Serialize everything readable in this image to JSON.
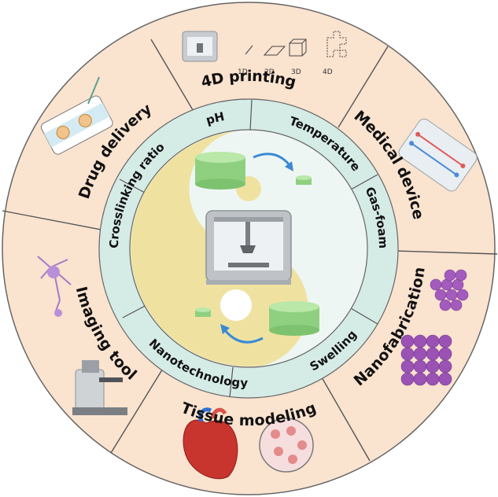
{
  "outer_ring": {
    "labels": [
      "4D printing",
      "Medical device",
      "Nanofabrication",
      "Tissue modeling",
      "Imaging tool",
      "Drug delivery"
    ]
  },
  "inner_ring": {
    "labels": [
      "pH",
      "Temperature",
      "Gas-foaming",
      "Swelling",
      "Nanotechnology",
      "Crosslinking ratio"
    ]
  },
  "dimensions": [
    "1D",
    "2D",
    "3D",
    "4D"
  ],
  "colors": {
    "outer_fill": "#fae3cf",
    "inner_ring_fill": "#d5ebe6",
    "center_fill": "#eef6f3",
    "yin_yang": "#efe2a1",
    "divider": "#555555",
    "hydrogel": "#9fd98f",
    "arrow": "#3a8ad6",
    "printer": "#bfc3c7"
  },
  "icons": [
    "3d-printer-icon",
    "hydrogel-disk-icon",
    "curved-arrow-icon",
    "microfluidic-chip-icon",
    "nanoparticle-cube-icon",
    "heart-icon",
    "tissue-cells-icon",
    "microscope-icon",
    "neuron-cell-icon",
    "drug-channel-icon"
  ]
}
